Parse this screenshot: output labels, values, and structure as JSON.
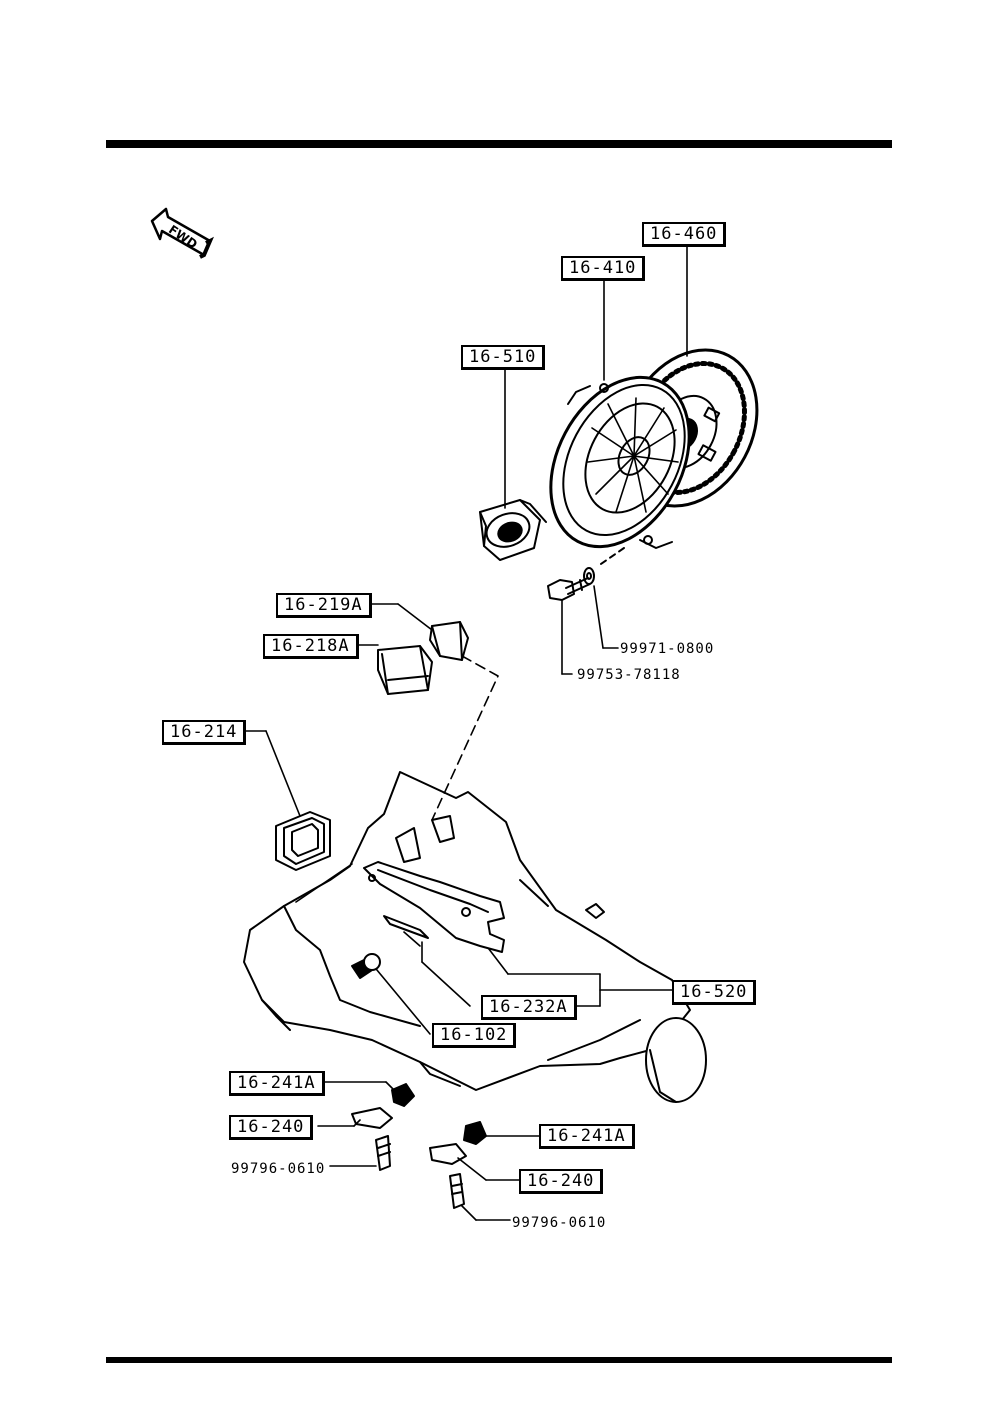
{
  "direction_marker": {
    "text": "FWD",
    "icon": "fwd-arrow-icon"
  },
  "callouts": {
    "c16_460": "16-460",
    "c16_410": "16-410",
    "c16_510": "16-510",
    "c16_219A": "16-219A",
    "c16_218A": "16-218A",
    "c16_214": "16-214",
    "c16_520": "16-520",
    "c16_232A": "16-232A",
    "c16_102": "16-102",
    "c16_241A_left": "16-241A",
    "c16_240_left": "16-240",
    "c16_241A_right": "16-241A",
    "c16_240_right": "16-240"
  },
  "part_numbers": {
    "p99971_0800": "99971-0800",
    "p99753_78118": "99753-78118",
    "p99796_0610_left": "99796-0610",
    "p99796_0610_right": "99796-0610"
  }
}
